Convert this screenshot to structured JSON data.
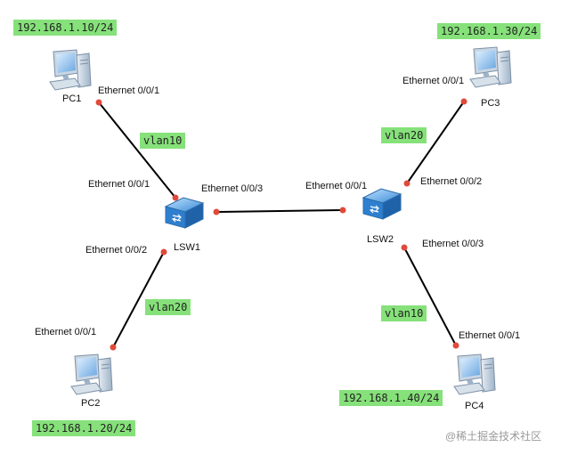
{
  "devices": {
    "pc1": {
      "label": "PC1",
      "ip": "192.168.1.10/24",
      "port": "Ethernet 0/0/1"
    },
    "pc2": {
      "label": "PC2",
      "ip": "192.168.1.20/24",
      "port": "Ethernet 0/0/1"
    },
    "pc3": {
      "label": "PC3",
      "ip": "192.168.1.30/24",
      "port": "Ethernet 0/0/1"
    },
    "pc4": {
      "label": "PC4",
      "ip": "192.168.1.40/24",
      "port": "Ethernet 0/0/1"
    },
    "lsw1": {
      "label": "LSW1",
      "ports": [
        "Ethernet 0/0/1",
        "Ethernet 0/0/2",
        "Ethernet 0/0/3"
      ]
    },
    "lsw2": {
      "label": "LSW2",
      "ports": [
        "Ethernet 0/0/1",
        "Ethernet 0/0/2",
        "Ethernet 0/0/3"
      ]
    }
  },
  "vlans": {
    "pc1_link": "vlan10",
    "pc2_link": "vlan20",
    "pc3_link": "vlan20",
    "pc4_link": "vlan10"
  },
  "watermark": "@稀土掘金技术社区",
  "colors": {
    "highlight": "#86e17a",
    "port_dot": "#e04a3a",
    "link": "#000000",
    "device": "#2f7fd0"
  }
}
